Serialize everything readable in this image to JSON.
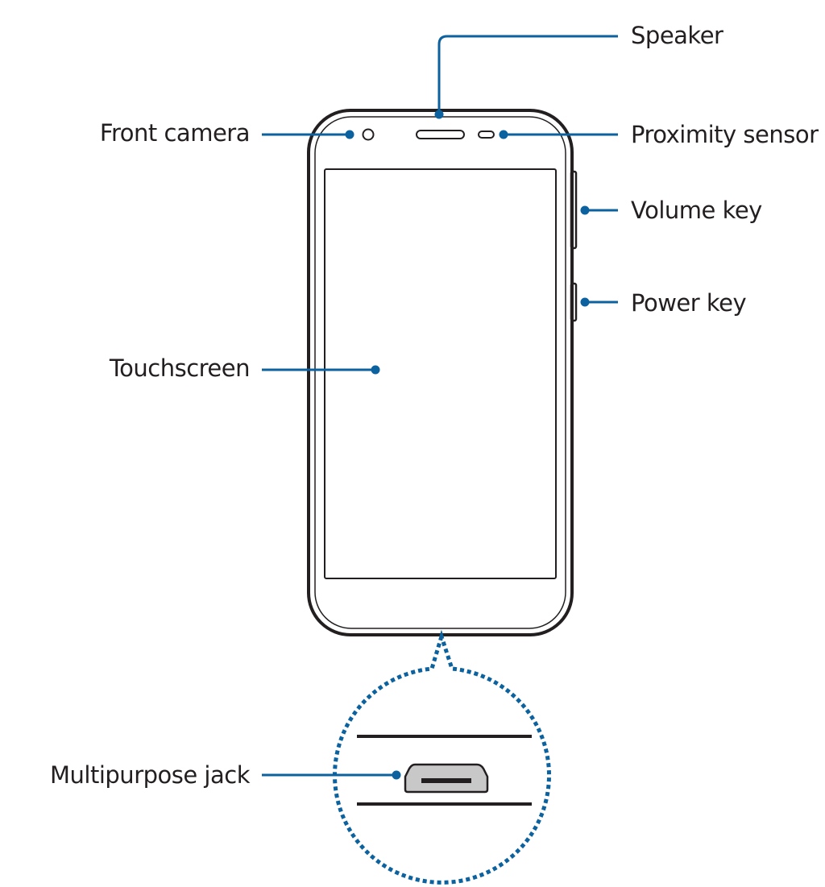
{
  "labels": {
    "speaker": "Speaker",
    "front_camera": "Front camera",
    "proximity_sensor": "Proximity sensor",
    "volume_key": "Volume key",
    "power_key": "Power key",
    "touchscreen": "Touchscreen",
    "multipurpose_jack": "Multipurpose jack"
  },
  "colors": {
    "accent": "#0b629f",
    "outline": "#231f20",
    "jack_fill": "#c8c8c8"
  }
}
